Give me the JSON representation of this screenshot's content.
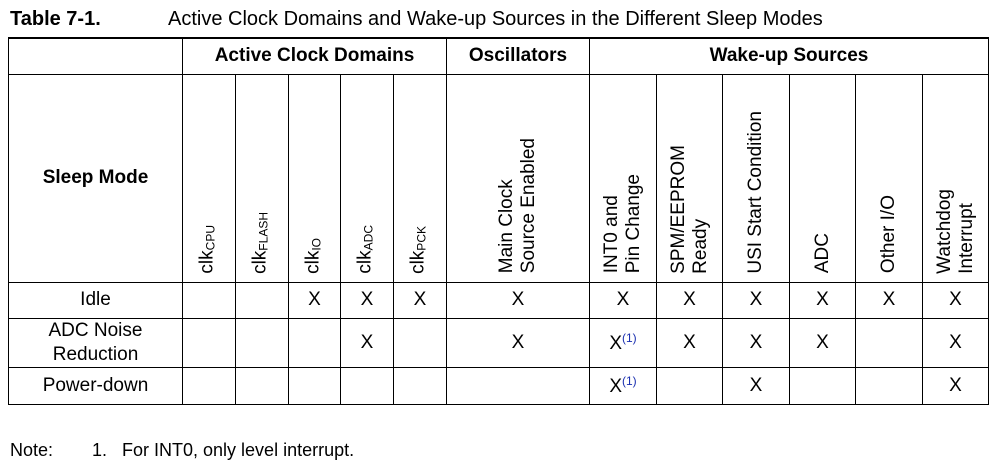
{
  "caption": {
    "number": "Table 7-1.",
    "title": "Active Clock Domains and Wake-up Sources in the Different Sleep Modes"
  },
  "groups": {
    "clock_domains": "Active Clock Domains",
    "oscillators": "Oscillators",
    "wakeup_sources": "Wake-up Sources"
  },
  "columns": {
    "sleep_mode": "Sleep Mode",
    "clk_cpu": {
      "base": "clk",
      "sub": "CPU"
    },
    "clk_flash": {
      "base": "clk",
      "sub": "FLASH"
    },
    "clk_io": {
      "base": "clk",
      "sub": "IO"
    },
    "clk_adc": {
      "base": "clk",
      "sub": "ADC"
    },
    "clk_pck": {
      "base": "clk",
      "sub": "PCK"
    },
    "main_clock": [
      "Main Clock",
      "Source Enabled"
    ],
    "int0": [
      "INT0 and",
      "Pin Change"
    ],
    "spm": [
      "SPM/EEPROM",
      "Ready"
    ],
    "usi": [
      "USI Start Condition"
    ],
    "adc": [
      "ADC"
    ],
    "other_io": [
      "Other I/O"
    ],
    "watchdog": [
      "Watchdog",
      "Interrupt"
    ]
  },
  "rows": [
    {
      "mode": "Idle",
      "cells": [
        "",
        "",
        "X",
        "X",
        "X",
        "X",
        "X",
        "X",
        "X",
        "X",
        "X",
        "X"
      ],
      "refs": [
        "",
        "",
        "",
        "",
        "",
        "",
        "",
        "",
        "",
        "",
        "",
        ""
      ]
    },
    {
      "mode": "ADC Noise Reduction",
      "mode_lines": [
        "ADC Noise",
        "Reduction"
      ],
      "cells": [
        "",
        "",
        "",
        "X",
        "",
        "X",
        "X",
        "X",
        "X",
        "X",
        "",
        "X"
      ],
      "refs": [
        "",
        "",
        "",
        "",
        "",
        "",
        "(1)",
        "",
        "",
        "",
        "",
        ""
      ]
    },
    {
      "mode": "Power-down",
      "cells": [
        "",
        "",
        "",
        "",
        "",
        "",
        "X",
        "",
        "X",
        "",
        "",
        "X"
      ],
      "refs": [
        "",
        "",
        "",
        "",
        "",
        "",
        "(1)",
        "",
        "",
        "",
        "",
        ""
      ]
    }
  ],
  "note": {
    "label": "Note:",
    "text": "1.   For INT0, only level interrupt."
  }
}
